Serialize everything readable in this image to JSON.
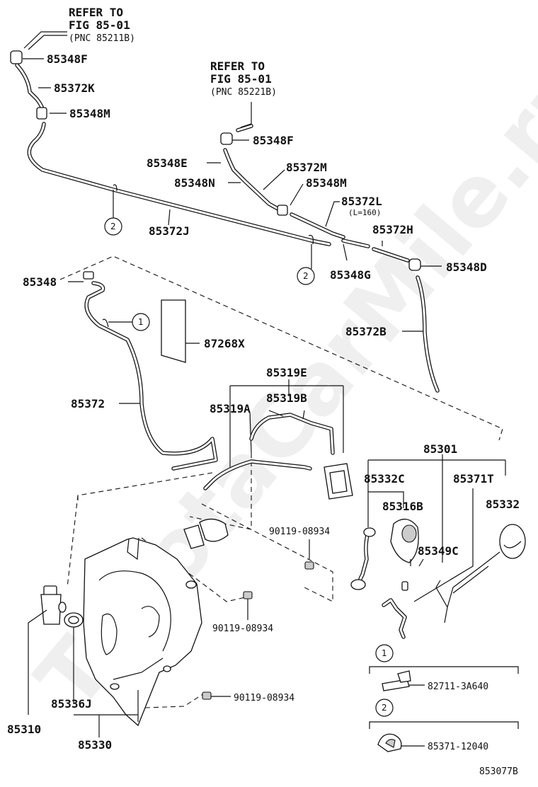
{
  "watermark": "ToyotaCarMile.ru",
  "references": [
    {
      "line1": "REFER TO",
      "line2": "FIG 85-01",
      "line3": "(PNC 85211B)"
    },
    {
      "line1": "REFER TO",
      "line2": "FIG 85-01",
      "line3": "(PNC 85221B)"
    }
  ],
  "parts": {
    "p85348F_a": "85348F",
    "p85372K": "85372K",
    "p85348M_a": "85348M",
    "p85348F_b": "85348F",
    "p85348E": "85348E",
    "p85372M": "85372M",
    "p85348N": "85348N",
    "p85348M_b": "85348M",
    "p85372L": "85372L",
    "p85372L_note": "(L=160)",
    "p85372H": "85372H",
    "p85372J": "85372J",
    "p85348G": "85348G",
    "p85348D": "85348D",
    "p85348": "85348",
    "p87268X": "87268X",
    "p85372B": "85372B",
    "p85319E": "85319E",
    "p85319B": "85319B",
    "p85319A": "85319A",
    "p85372": "85372",
    "p85301": "85301",
    "p85332C": "85332C",
    "p85371T": "85371T",
    "p85316B": "85316B",
    "p85332": "85332",
    "p90119_a": "90119-08934",
    "p85349C": "85349C",
    "p90119_b": "90119-08934",
    "p90119_c": "90119-08934",
    "p85336J": "85336J",
    "p85310": "85310",
    "p85330": "85330"
  },
  "callouts": {
    "c1": "1",
    "c2": "2"
  },
  "legend": [
    {
      "num": "1",
      "part": "82711-3A640"
    },
    {
      "num": "2",
      "part": "85371-12040"
    }
  ],
  "figure_id": "853077B"
}
